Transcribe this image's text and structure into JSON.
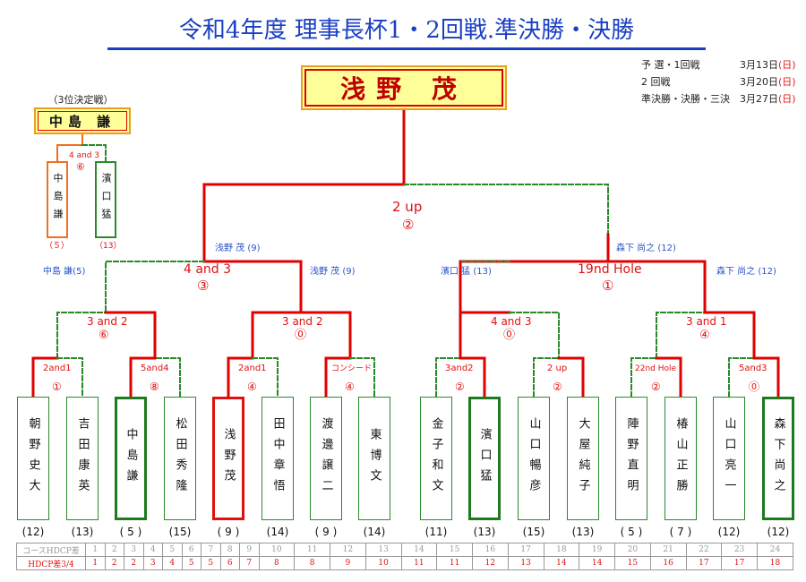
{
  "title": "令和4年度 理事長杯1・2回戦.準決勝・決勝",
  "schedule": [
    {
      "label": "予 選・1回戦",
      "date": "3月13日",
      "day": "(日)"
    },
    {
      "label": "2 回戦",
      "date": "3月20日",
      "day": "(日)"
    },
    {
      "label": "準決勝・決勝・三決",
      "date": "3月27日",
      "day": "(日)"
    }
  ],
  "champion": "浅野 茂",
  "third_place": {
    "caption": "（3位決定戦）",
    "winner": "中島 謙",
    "score": "4 and 3",
    "hole": "⑥",
    "players": [
      {
        "name": "中島謙",
        "hdcp": "（５）"
      },
      {
        "name": "濱口猛",
        "hdcp": "（13）"
      }
    ]
  },
  "players": [
    {
      "name": "朝野史大",
      "hdcp": "(12)"
    },
    {
      "name": "吉田康英",
      "hdcp": "(13)"
    },
    {
      "name": "中島謙",
      "hdcp": "( 5 )"
    },
    {
      "name": "松田秀隆",
      "hdcp": "(15)"
    },
    {
      "name": "浅野茂",
      "hdcp": "( 9 )"
    },
    {
      "name": "田中章悟",
      "hdcp": "(14)"
    },
    {
      "name": "渡邊譲二",
      "hdcp": "( 9 )"
    },
    {
      "name": "東博文",
      "hdcp": "(14)"
    },
    {
      "name": "金子和文",
      "hdcp": "(11)"
    },
    {
      "name": "濱口猛",
      "hdcp": "(13)"
    },
    {
      "name": "山口暢彦",
      "hdcp": "(15)"
    },
    {
      "name": "大屋純子",
      "hdcp": "(13)"
    },
    {
      "name": "陣野直明",
      "hdcp": "( 5 )"
    },
    {
      "name": "椿山正勝",
      "hdcp": "( 7 )"
    },
    {
      "name": "山口亮一",
      "hdcp": "(12)"
    },
    {
      "name": "森下尚之",
      "hdcp": "(12)"
    }
  ],
  "round1": [
    {
      "score": "2and1",
      "hole": "①"
    },
    {
      "score": "5and4",
      "hole": "⑧"
    },
    {
      "score": "2and1",
      "hole": "④"
    },
    {
      "score": "コンシード",
      "hole": "④"
    },
    {
      "score": "3and2",
      "hole": "②"
    },
    {
      "score": "2 up",
      "hole": "②"
    },
    {
      "score": "22nd Hole",
      "hole": "②"
    },
    {
      "score": "5and3",
      "hole": "⓪"
    }
  ],
  "round2": [
    {
      "score": "3 and 2",
      "hole": "⑥"
    },
    {
      "score": "3 and 2",
      "hole": "⓪"
    },
    {
      "score": "4 and 3",
      "hole": "⓪"
    },
    {
      "score": "3 and 1",
      "hole": "④"
    }
  ],
  "semis": [
    {
      "score": "4 and 3",
      "hole": "③",
      "left": "中島 謙(5)",
      "right": "浅野 茂 (9)"
    },
    {
      "score": "19nd Hole",
      "hole": "①",
      "left": "濱口 猛 (13)",
      "right": "森下 尚之 (12)"
    }
  ],
  "final": {
    "score": "2 up",
    "hole": "②",
    "left": "浅野 茂 (9)",
    "right": "森下 尚之 (12)"
  },
  "hdcp_table": {
    "row1_label": "コースHDCP差",
    "row1": [
      "1",
      "2",
      "3",
      "4",
      "5",
      "6",
      "7",
      "8",
      "9",
      "10",
      "11",
      "12",
      "13",
      "14",
      "15",
      "16",
      "17",
      "18",
      "19",
      "20",
      "21",
      "22",
      "23",
      "24"
    ],
    "row2_label": "HDCP差3/4",
    "row2": [
      "1",
      "2",
      "2",
      "3",
      "4",
      "5",
      "5",
      "6",
      "7",
      "8",
      "8",
      "9",
      "10",
      "11",
      "11",
      "12",
      "13",
      "14",
      "14",
      "15",
      "16",
      "17",
      "17",
      "18"
    ]
  }
}
